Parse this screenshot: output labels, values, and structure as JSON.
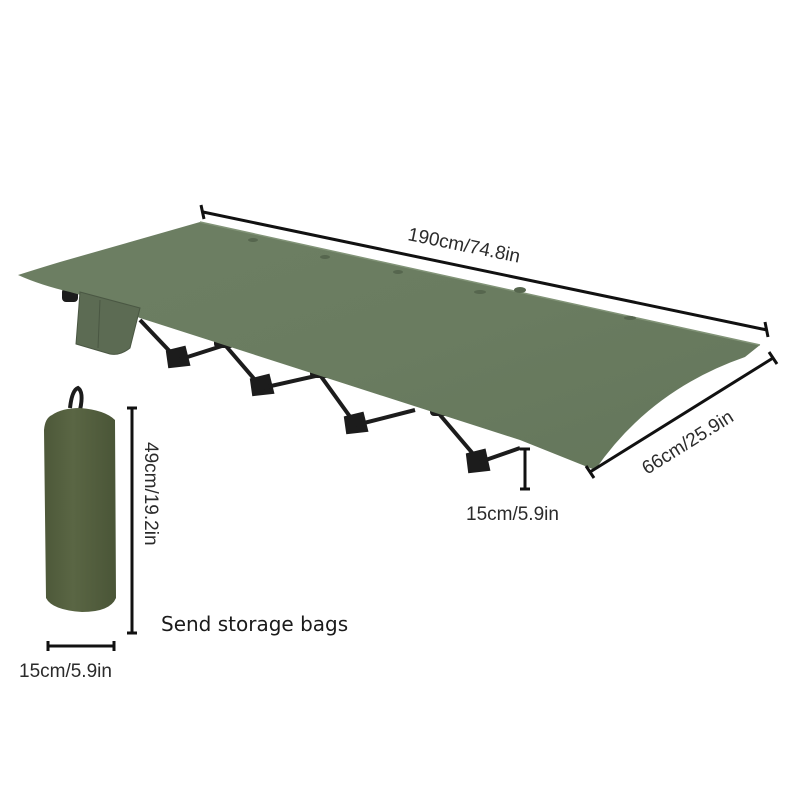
{
  "product": {
    "name": "Folding camping cot",
    "fabric_color": "#6b7d62",
    "bag_color": "#55613f",
    "frame_color": "#1c1c1c"
  },
  "dimensions": {
    "length": "190cm/74.8in",
    "width": "66cm/25.9in",
    "height": "15cm/5.9in",
    "bag_height": "49cm/19.2in",
    "bag_width": "15cm/5.9in"
  },
  "caption": "Send storage bags"
}
